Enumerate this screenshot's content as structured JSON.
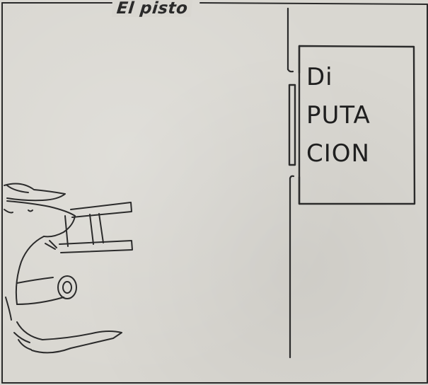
{
  "comic": {
    "title": "El pisto",
    "sign_lines": [
      "Di",
      "PUTA",
      "CION"
    ]
  }
}
